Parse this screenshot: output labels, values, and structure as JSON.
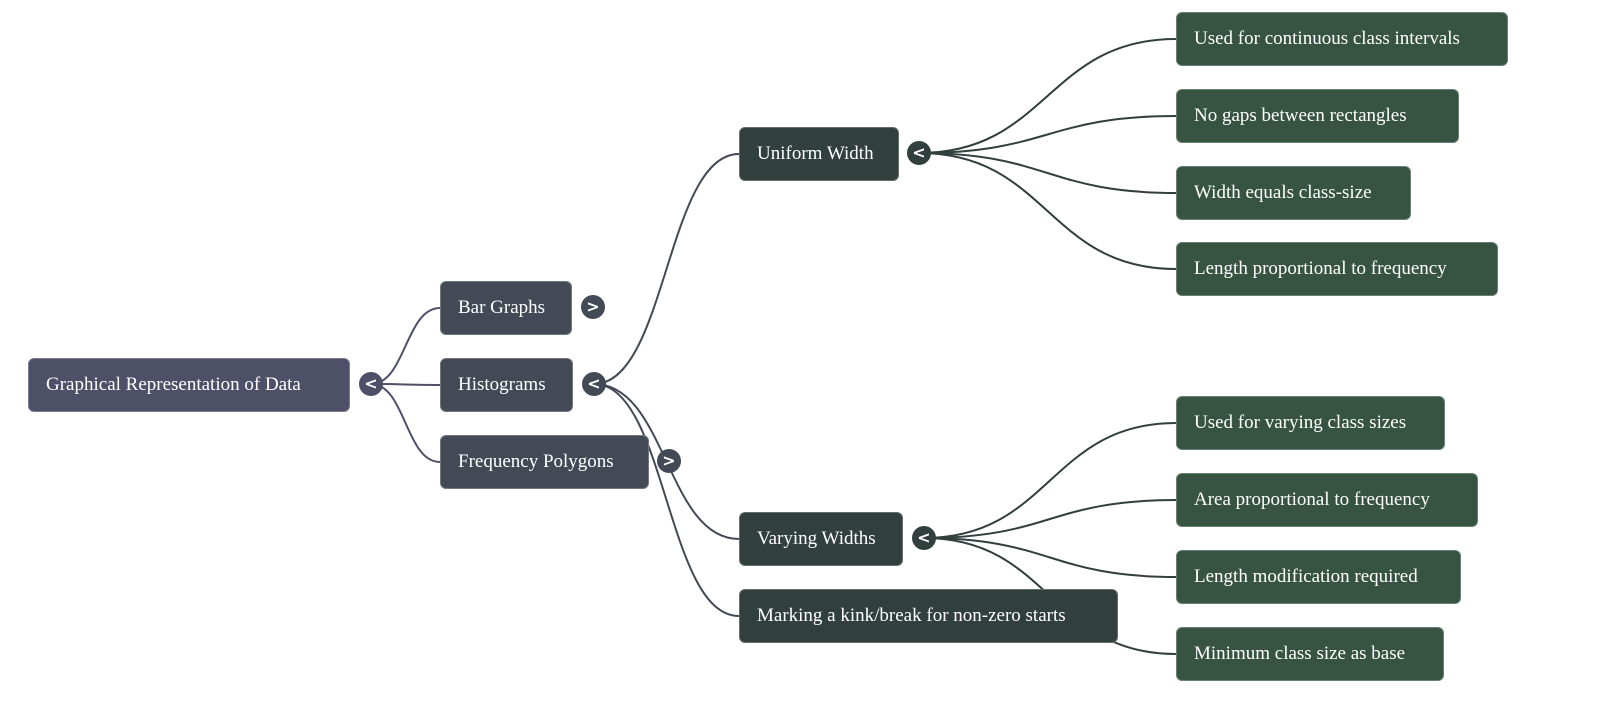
{
  "colors": {
    "root": "#4e5068",
    "level1": "#434a55",
    "level2": "#313f3d",
    "leaf": "#375443",
    "edge_root": "#4e5068",
    "edge_level1": "#434a55",
    "edge_level2": "#313f3d",
    "background": "#ffffff"
  },
  "icons": {
    "collapse": "<",
    "expand": ">"
  },
  "mindmap": {
    "root": {
      "id": "root",
      "label": "Graphical Representation of Data",
      "toggle": "collapse"
    },
    "level1": [
      {
        "id": "bar",
        "label": "Bar Graphs",
        "toggle": "expand"
      },
      {
        "id": "hist",
        "label": "Histograms",
        "toggle": "collapse"
      },
      {
        "id": "freq",
        "label": "Frequency Polygons",
        "toggle": "expand"
      }
    ],
    "level2": [
      {
        "id": "uniform",
        "parent": "hist",
        "label": "Uniform Width",
        "toggle": "collapse"
      },
      {
        "id": "varying",
        "parent": "hist",
        "label": "Varying Widths",
        "toggle": "collapse"
      },
      {
        "id": "kink",
        "parent": "hist",
        "label": "Marking a kink/break for non-zero starts",
        "toggle": null
      }
    ],
    "leaves": [
      {
        "id": "u1",
        "parent": "uniform",
        "label": "Used for continuous class intervals"
      },
      {
        "id": "u2",
        "parent": "uniform",
        "label": "No gaps between rectangles"
      },
      {
        "id": "u3",
        "parent": "uniform",
        "label": "Width equals class-size"
      },
      {
        "id": "u4",
        "parent": "uniform",
        "label": "Length proportional to frequency"
      },
      {
        "id": "v1",
        "parent": "varying",
        "label": "Used for varying class sizes"
      },
      {
        "id": "v2",
        "parent": "varying",
        "label": "Area proportional to frequency"
      },
      {
        "id": "v3",
        "parent": "varying",
        "label": "Length modification required"
      },
      {
        "id": "v4",
        "parent": "varying",
        "label": "Minimum class size as base"
      }
    ]
  }
}
